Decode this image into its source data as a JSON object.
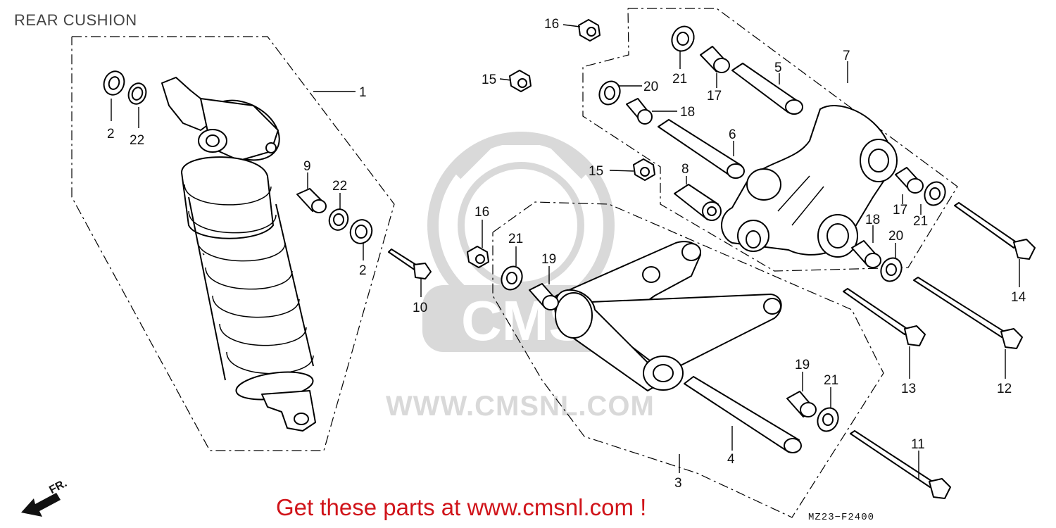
{
  "title": "REAR CUSHION",
  "watermark": {
    "text": "WWW.CMSNL.COM",
    "logo_text": "CMS"
  },
  "footer": {
    "promo": "Get these parts at www.cmsnl.com !",
    "code": "MZ23−F2400",
    "direction_label": "FR."
  },
  "callouts": [
    "1",
    "2",
    "22",
    "2",
    "22",
    "9",
    "10",
    "16",
    "15",
    "20",
    "21",
    "17",
    "5",
    "7",
    "18",
    "6",
    "15",
    "8",
    "17",
    "21",
    "18",
    "20",
    "14",
    "16",
    "21",
    "19",
    "13",
    "12",
    "19",
    "21",
    "4",
    "3",
    "11"
  ],
  "colors": {
    "promo": "#d0141a",
    "watermark": "#d9d9d9",
    "line": "#000000"
  }
}
